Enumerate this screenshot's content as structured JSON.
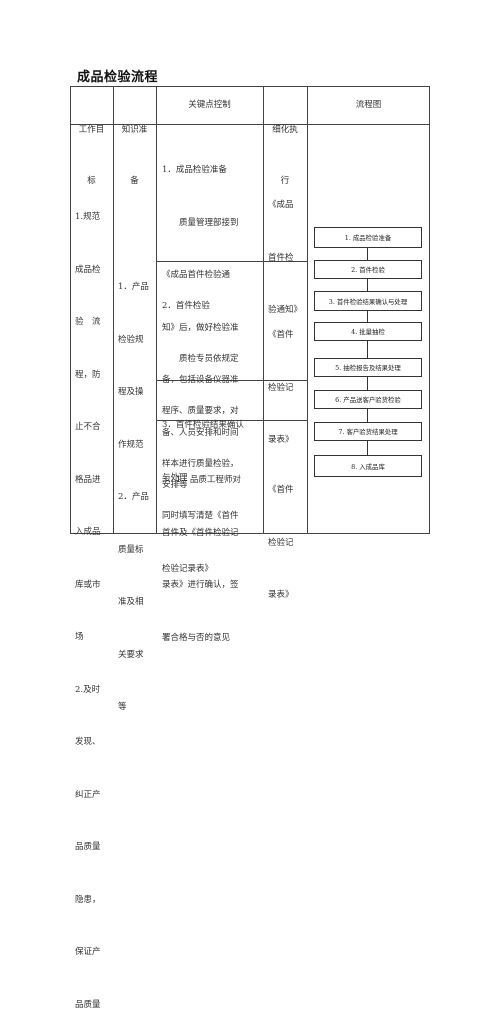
{
  "title": "成品检验流程",
  "headers": {
    "goal": [
      "工作目",
      "标"
    ],
    "knowledge": [
      "知识准",
      "备"
    ],
    "key_points": "关键点控制",
    "detail": [
      "细化执",
      "行"
    ],
    "flowchart": "流程图"
  },
  "goal_text": [
    "1.规范",
    "成品检",
    "验　流",
    "程，防",
    "止不合",
    "格品进",
    "入成品",
    "库或市",
    "场",
    "2.及时",
    "发现、",
    "纠正产",
    "品质量",
    "隐患，",
    "保证产",
    "品质量"
  ],
  "knowledge_text": [
    "1．产品",
    "检验规",
    "程及操",
    "作规范",
    "2．产品",
    "质量标",
    "准及相",
    "关要求",
    "等"
  ],
  "steps": [
    {
      "lines": [
        "1．成品检验准备",
        "　　质量管理部接到",
        "《成品首件检验通",
        "知》后，做好检验准",
        "备，包括设备仪器准",
        "备、人员安排和时间",
        "安排等"
      ],
      "detail": [
        "《成品",
        "首件检",
        "验通知》"
      ]
    },
    {
      "lines": [
        "2．首件检验",
        "　　质检专员依规定",
        "程序、质量要求，对",
        "样本进行质量检验，",
        "同时填写清楚《首件",
        "检验记录表》"
      ],
      "detail": [
        "《首件",
        "检验记",
        "录表》"
      ]
    },
    {
      "lines": [
        "3．首件检验结果确认",
        "与处理"
      ],
      "detail": []
    },
    {
      "lines": [
        "3．1　品质工程师对",
        "首件及《首件检验记",
        "录表》进行确认，签",
        "署合格与否的意见"
      ],
      "detail": [
        "《首件",
        "检验记",
        "录表》"
      ]
    }
  ],
  "flow_steps": [
    "1. 成品检验准备",
    "2. 首件检验",
    "3. 首件检验结果确认与处理",
    "4. 批量抽检",
    "5. 抽检报告及结果处理",
    "6. 产品送客户验货检验",
    "7. 客户验货结果处理",
    "8. 入成品库"
  ]
}
